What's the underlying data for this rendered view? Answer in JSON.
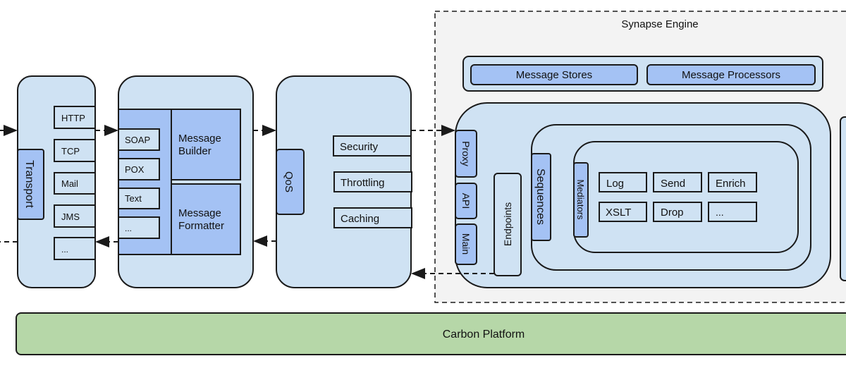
{
  "diagram": {
    "engine": {
      "title": "Synapse Engine"
    },
    "transport": {
      "label": "Transport",
      "items": [
        "HTTP",
        "TCP",
        "Mail",
        "JMS",
        "..."
      ]
    },
    "message": {
      "formats": [
        "SOAP",
        "POX",
        "Text",
        "..."
      ],
      "builder": [
        "Message",
        "Builder"
      ],
      "formatter": [
        "Message",
        "Formatter"
      ]
    },
    "qos": {
      "label": "QoS",
      "items": [
        "Security",
        "Throttling",
        "Caching"
      ]
    },
    "stores_bar": {
      "stores": "Message Stores",
      "processors": "Message Processors"
    },
    "entry": {
      "proxy": "Proxy",
      "api": "API",
      "main": "Main",
      "endpoints": "Endpoints"
    },
    "sequences": {
      "label": "Sequences"
    },
    "mediators": {
      "label": "Mediators",
      "items": [
        "Log",
        "Send",
        "Enrich",
        "XSLT",
        "Drop",
        "..."
      ]
    },
    "platform": {
      "label": "Carbon Platform"
    }
  },
  "colors": {
    "light_blue": "#cfe2f3",
    "mid_blue": "#a4c2f4",
    "green": "#b6d7a8",
    "engine_bg": "#f3f3f3"
  }
}
